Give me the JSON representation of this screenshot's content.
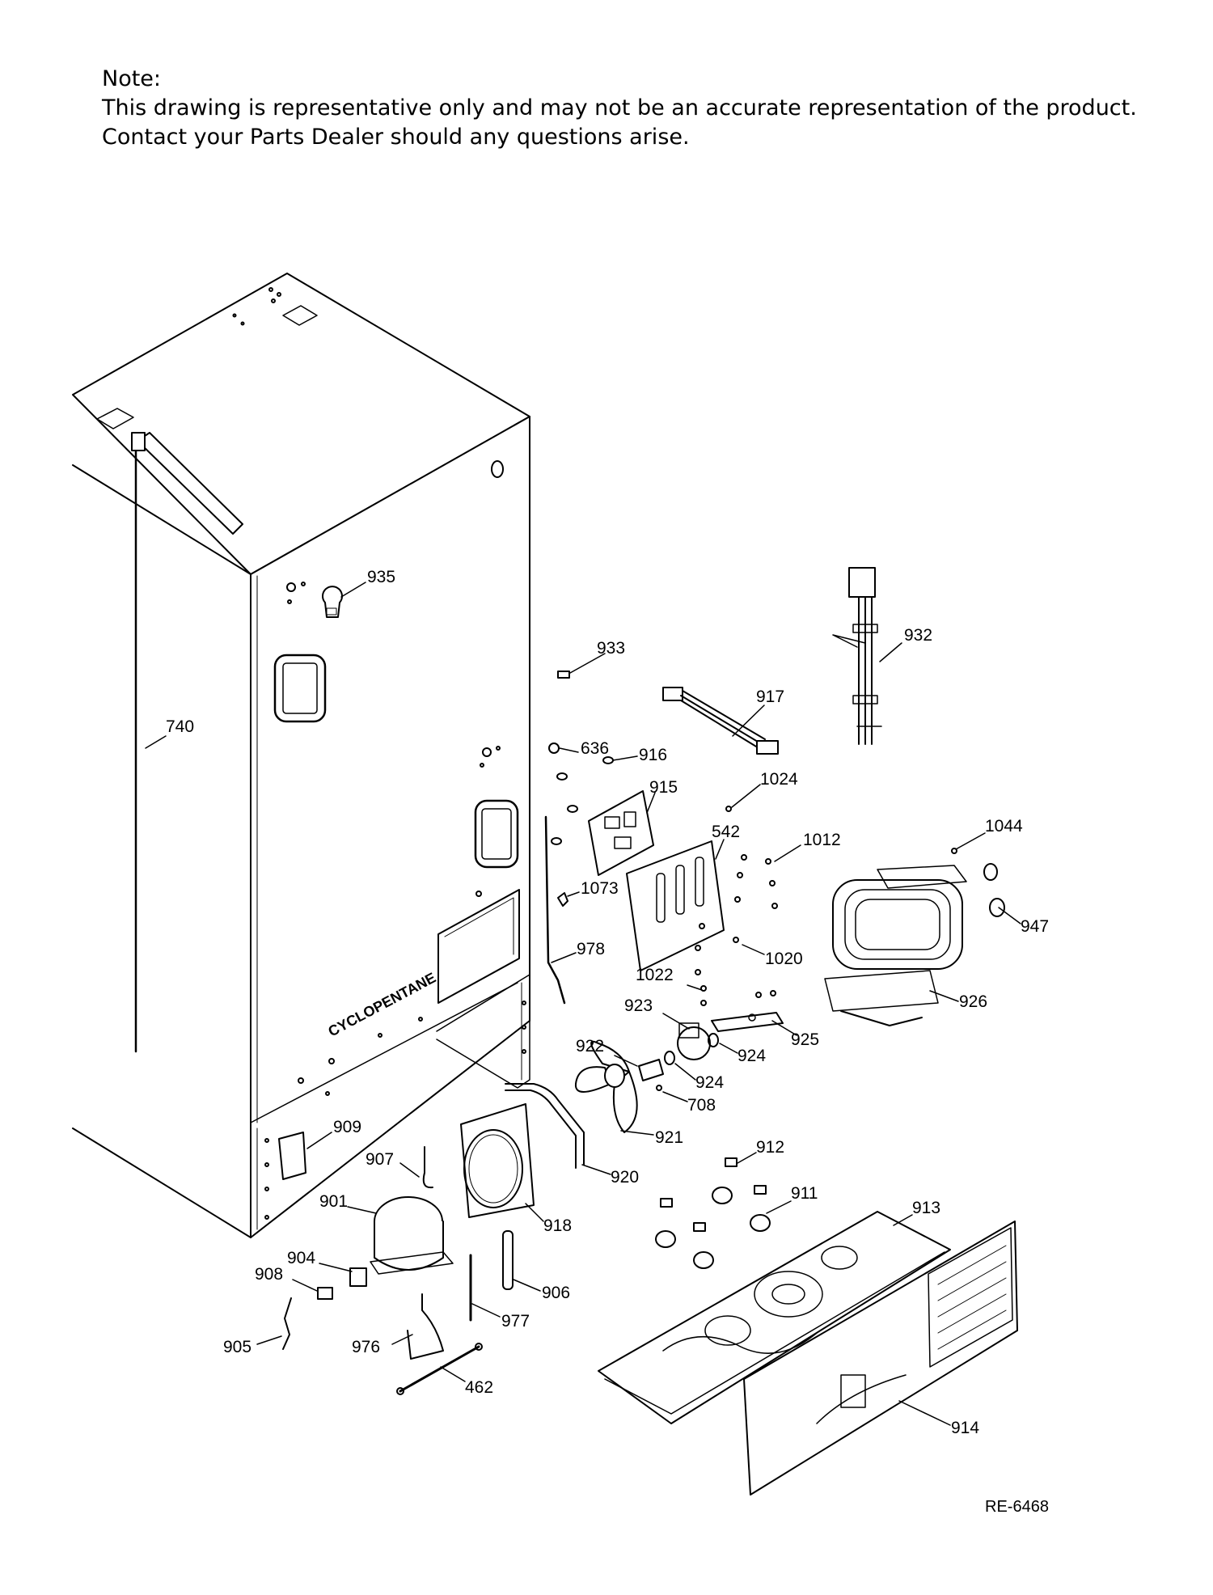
{
  "note": {
    "heading": "Note:",
    "line1": "This drawing is representative only and may not be an accurate representation of the product.",
    "line2": "Contact your Parts Dealer should any questions arise."
  },
  "cabinet_text": "CYCLOPENTANE",
  "reference_code": "RE-6468",
  "parts": {
    "p935": "935",
    "p740": "740",
    "p933": "933",
    "p932": "932",
    "p917": "917",
    "p636": "636",
    "p916": "916",
    "p915": "915",
    "p1024": "1024",
    "p542": "542",
    "p1012": "1012",
    "p1044": "1044",
    "p1073": "1073",
    "p947": "947",
    "p978": "978",
    "p1020": "1020",
    "p1022": "1022",
    "p926": "926",
    "p923": "923",
    "p925": "925",
    "p922": "922",
    "p924a": "924",
    "p924b": "924",
    "p708": "708",
    "p909": "909",
    "p921": "921",
    "p912": "912",
    "p907": "907",
    "p920": "920",
    "p911": "911",
    "p901": "901",
    "p913": "913",
    "p918": "918",
    "p904": "904",
    "p908": "908",
    "p906": "906",
    "p905": "905",
    "p977": "977",
    "p976": "976",
    "p462": "462",
    "p914": "914"
  }
}
